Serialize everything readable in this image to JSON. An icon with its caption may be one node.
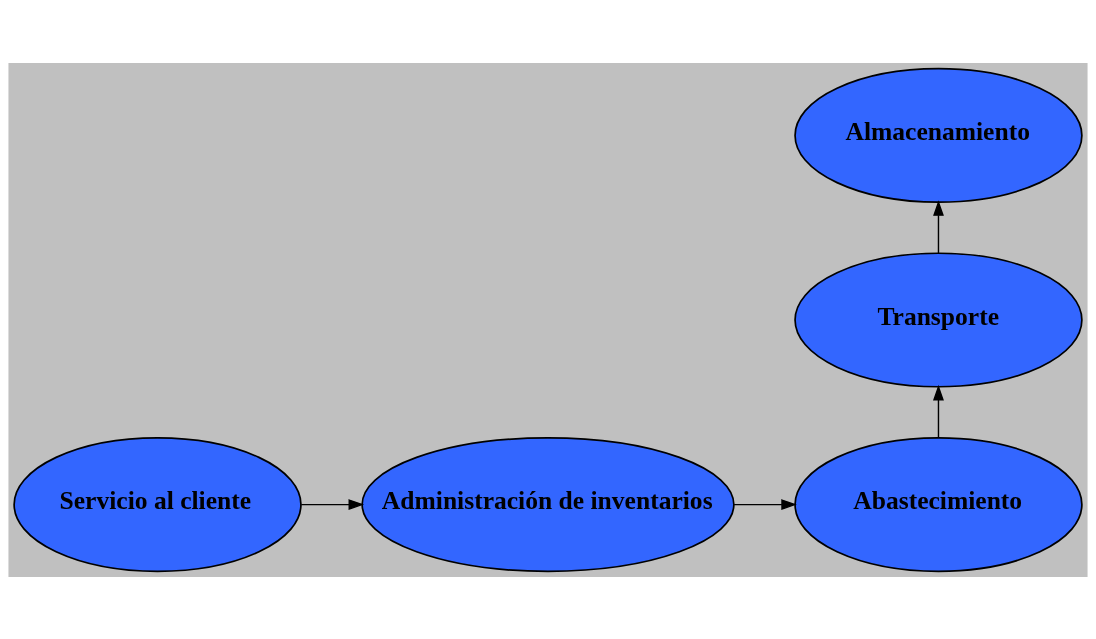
{
  "diagram": {
    "nodes": [
      {
        "text": [
          "Servicio al cliente"
        ]
      },
      {
        "text": [
          "Administración de inventarios"
        ]
      },
      {
        "text": [
          "Abastecimiento"
        ]
      },
      {
        "text": [
          "Transporte"
        ]
      },
      {
        "text": [
          "Almacenamiento"
        ]
      }
    ],
    "edges": [
      {
        "from": 0,
        "to": 1,
        "arrow": "to"
      },
      {
        "from": 1,
        "to": 2,
        "arrow": "to"
      },
      {
        "from": 2,
        "to": 3,
        "arrow": "to"
      },
      {
        "from": 3,
        "to": 4,
        "arrow": "to"
      }
    ]
  }
}
